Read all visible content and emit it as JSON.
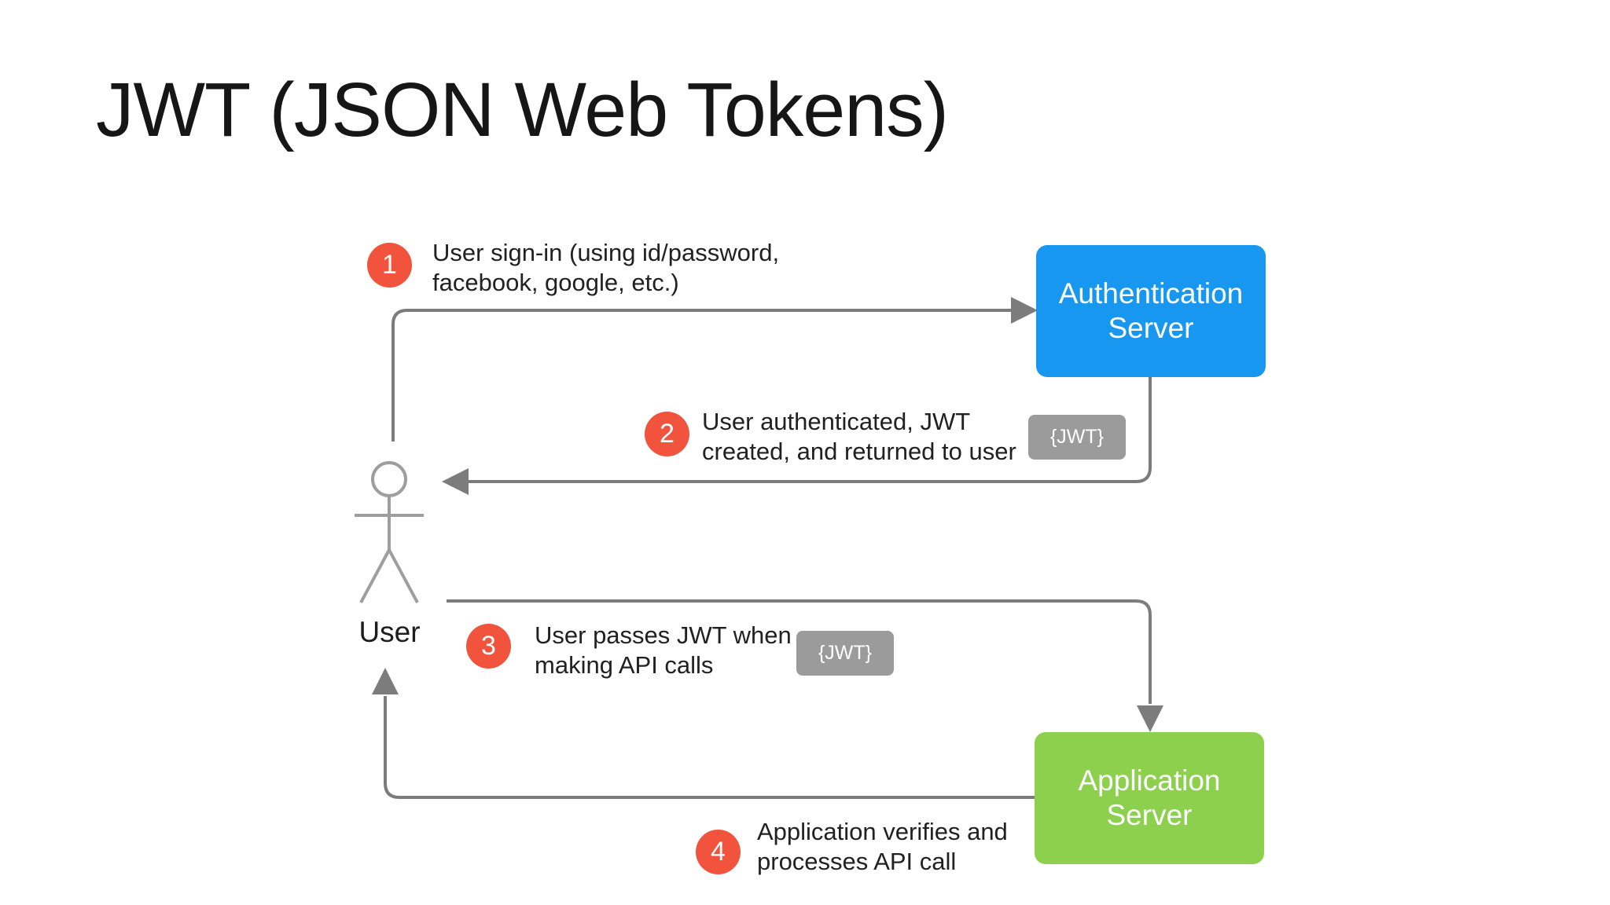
{
  "slide": {
    "title": "JWT (JSON Web Tokens)"
  },
  "colors": {
    "auth_server_bg": "#1897f0",
    "app_server_bg": "#8dd04e",
    "step_number_bg": "#f1533d",
    "jwt_badge_bg": "#9b9b9b",
    "connector": "#7c7c7c",
    "figure_stroke": "#9e9e9e",
    "text": "#212121",
    "background": "#ffffff"
  },
  "actors": {
    "user_label": "User"
  },
  "servers": {
    "auth": {
      "label": "Authentication Server"
    },
    "app": {
      "label": "Application Server"
    }
  },
  "tokens": {
    "step2_badge": "{JWT}",
    "step3_badge": "{JWT}"
  },
  "steps": [
    {
      "num": "1",
      "line1": "User sign-in (using id/password,",
      "line2": "facebook, google, etc.)"
    },
    {
      "num": "2",
      "line1": "User authenticated, JWT",
      "line2": "created, and returned to user"
    },
    {
      "num": "3",
      "line1": "User passes JWT when",
      "line2": "making API calls"
    },
    {
      "num": "4",
      "line1": "Application verifies and",
      "line2": "processes API call"
    }
  ]
}
